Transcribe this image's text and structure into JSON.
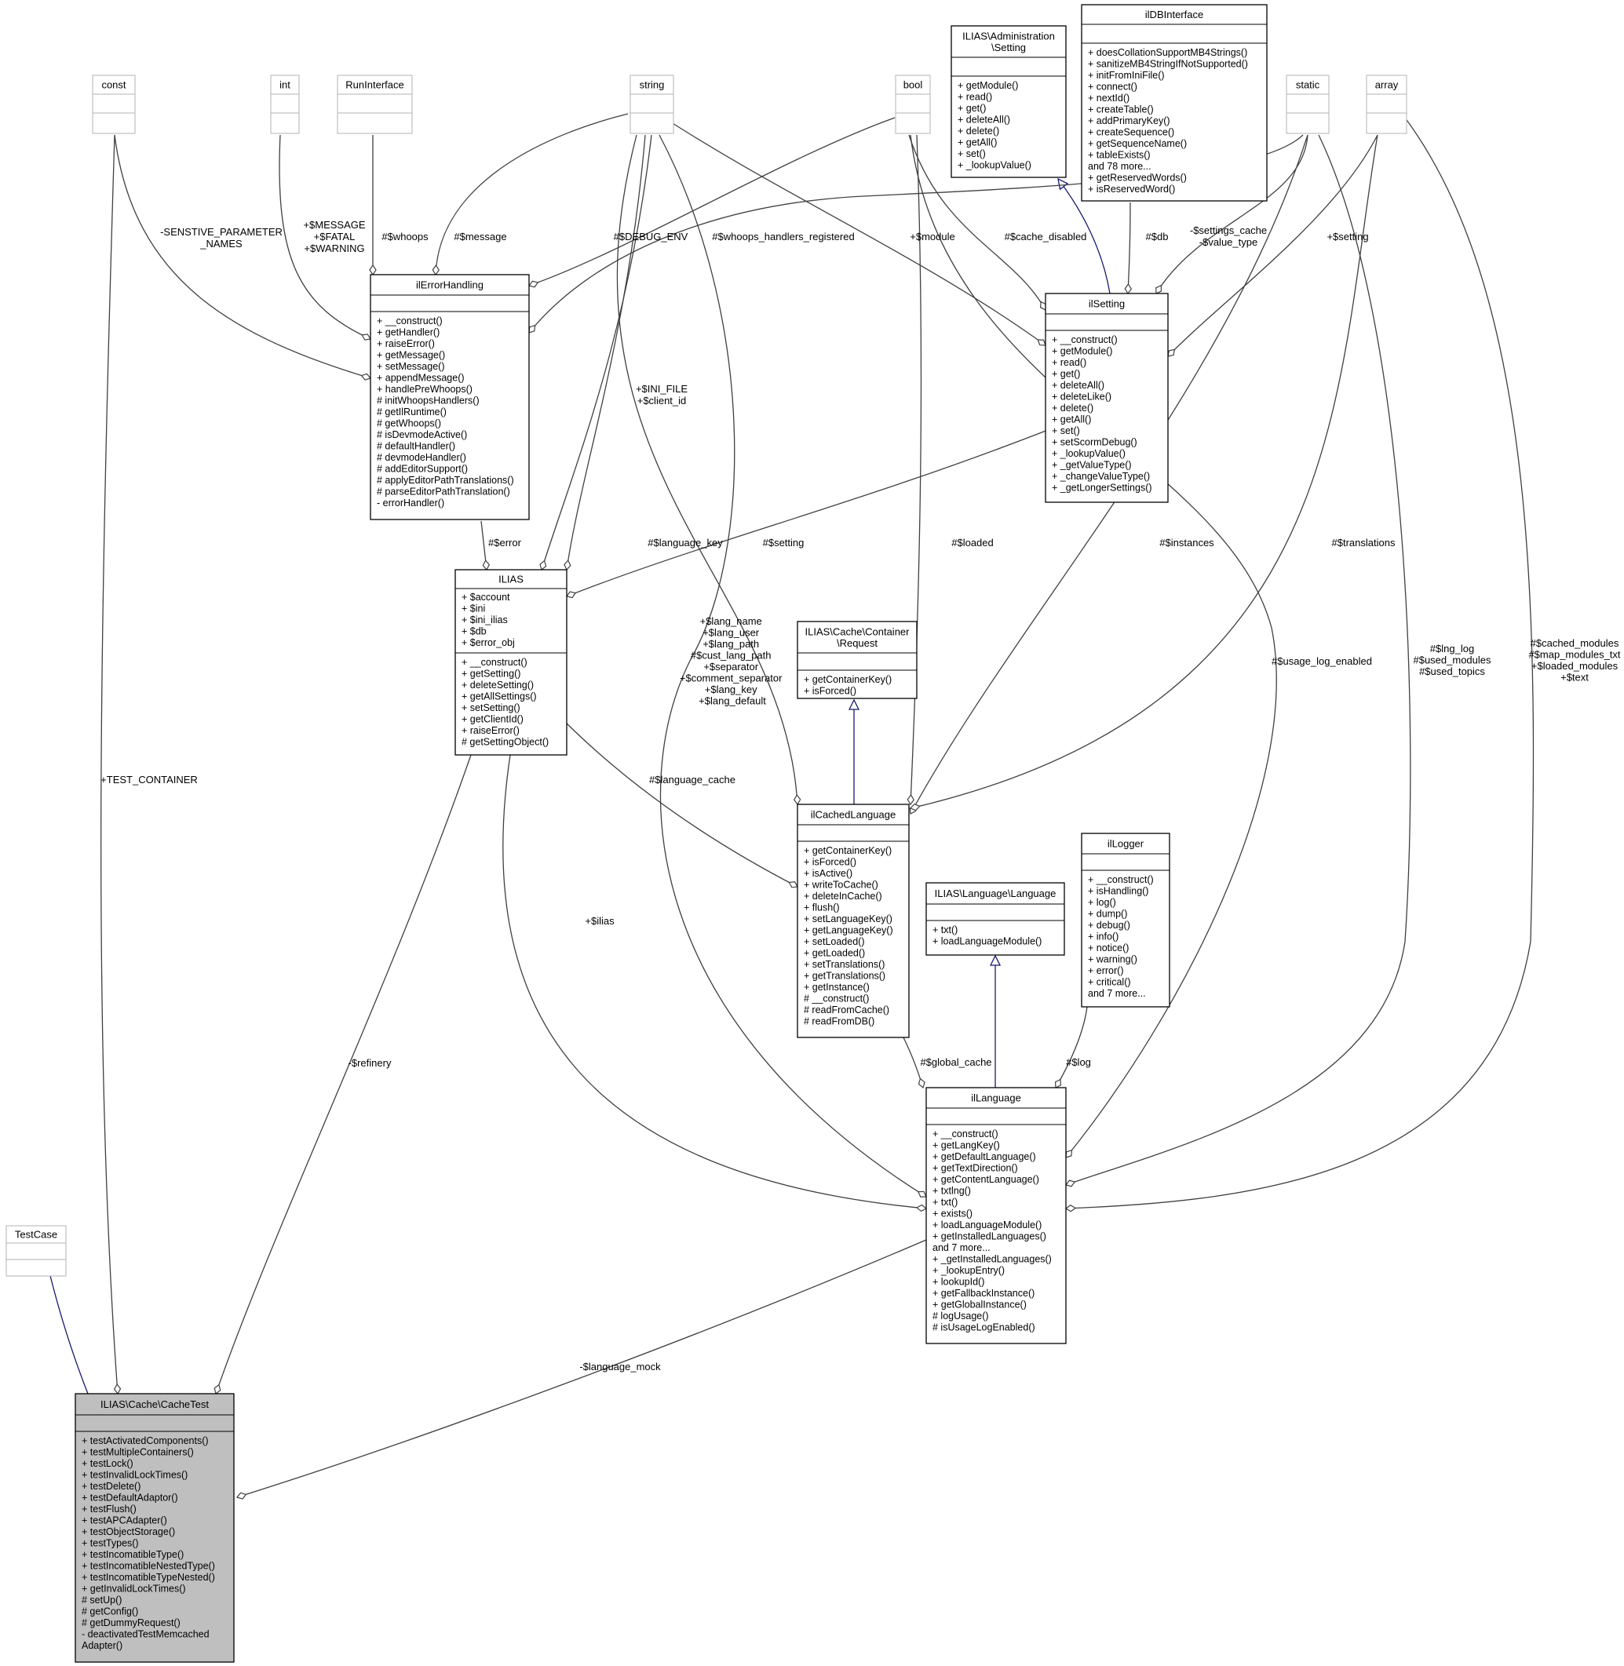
{
  "colors": {
    "box_stroke": "#000000",
    "external_stroke": "#b3b3b3",
    "highlight_fill": "#bfbfbf",
    "inherit_edge": "#191970",
    "assoc_edge": "#404040",
    "background": "#ffffff"
  },
  "classes": {
    "cachetest": {
      "title": [
        "ILIAS\\Cache\\CacheTest"
      ],
      "attrs": [],
      "methods": [
        "+ testActivatedComponents()",
        "+ testMultipleContainers()",
        "+ testLock()",
        "+ testInvalidLockTimes()",
        "+ testDelete()",
        "+ testDefaultAdaptor()",
        "+ testFlush()",
        "+ testAPCAdapter()",
        "+ testObjectStorage()",
        "+ testTypes()",
        "+ testIncomatibleType()",
        "+ testIncomatibleNestedType()",
        "+ testIncomatibleTypeNested()",
        "+ getInvalidLockTimes()",
        "# setUp()",
        "# getConfig()",
        "# getDummyRequest()",
        "- deactivatedTestMemcached",
        "Adapter()"
      ]
    },
    "testcase": {
      "title": [
        "TestCase"
      ],
      "attrs": [],
      "methods": []
    },
    "const": {
      "title": [
        "const"
      ],
      "attrs": [],
      "methods": []
    },
    "int": {
      "title": [
        "int"
      ],
      "attrs": [],
      "methods": []
    },
    "runinterface": {
      "title": [
        "RunInterface"
      ],
      "attrs": [],
      "methods": []
    },
    "string": {
      "title": [
        "string"
      ],
      "attrs": [],
      "methods": []
    },
    "bool": {
      "title": [
        "bool"
      ],
      "attrs": [],
      "methods": []
    },
    "static": {
      "title": [
        "static"
      ],
      "attrs": [],
      "methods": []
    },
    "array": {
      "title": [
        "array"
      ],
      "attrs": [],
      "methods": []
    },
    "admin_setting": {
      "title": [
        "ILIAS\\Administration",
        "\\Setting"
      ],
      "attrs": [],
      "methods": [
        "+ getModule()",
        "+ read()",
        "+ get()",
        "+ deleteAll()",
        "+ delete()",
        "+ getAll()",
        "+ set()",
        "+ _lookupValue()"
      ]
    },
    "dbinterface": {
      "title": [
        "ilDBInterface"
      ],
      "attrs": [],
      "methods": [
        "+ doesCollationSupportMB4Strings()",
        "+ sanitizeMB4StringIfNotSupported()",
        "+ initFromIniFile()",
        "+ connect()",
        "+ nextId()",
        "+ createTable()",
        "+ addPrimaryKey()",
        "+ createSequence()",
        "+ getSequenceName()",
        "+ tableExists()",
        "and 78 more...",
        "+ getReservedWords()",
        "+ isReservedWord()"
      ]
    },
    "errorhandling": {
      "title": [
        "ilErrorHandling"
      ],
      "attrs": [],
      "methods": [
        "+ __construct()",
        "+ getHandler()",
        "+ raiseError()",
        "+ getMessage()",
        "+ setMessage()",
        "+ appendMessage()",
        "+ handlePreWhoops()",
        "# initWhoopsHandlers()",
        "# getIlRuntime()",
        "# getWhoops()",
        "# isDevmodeActive()",
        "# defaultHandler()",
        "# devmodeHandler()",
        "# addEditorSupport()",
        "# applyEditorPathTranslations()",
        "# parseEditorPathTranslation()",
        "- errorHandler()"
      ]
    },
    "ilsetting": {
      "title": [
        "ilSetting"
      ],
      "attrs": [],
      "methods": [
        "+ __construct()",
        "+ getModule()",
        "+ read()",
        "+ get()",
        "+ deleteAll()",
        "+ deleteLike()",
        "+ delete()",
        "+ getAll()",
        "+ set()",
        "+ setScormDebug()",
        "+ _lookupValue()",
        "+ _getValueType()",
        "+ _changeValueType()",
        "+ _getLongerSettings()"
      ]
    },
    "ilias": {
      "title": [
        "ILIAS"
      ],
      "attrs": [
        "+ $account",
        "+ $ini",
        "+ $ini_ilias",
        "+ $db",
        "+ $error_obj"
      ],
      "methods": [
        "+ __construct()",
        "+ getSetting()",
        "+ deleteSetting()",
        "+ getAllSettings()",
        "+ setSetting()",
        "+ getClientId()",
        "+ raiseError()",
        "# getSettingObject()"
      ]
    },
    "cache_request": {
      "title": [
        "ILIAS\\Cache\\Container",
        "\\Request"
      ],
      "attrs": [],
      "methods": [
        "+ getContainerKey()",
        "+ isForced()"
      ]
    },
    "cachedlanguage": {
      "title": [
        "ilCachedLanguage"
      ],
      "attrs": [],
      "methods": [
        "+ getContainerKey()",
        "+ isForced()",
        "+ isActive()",
        "+ writeToCache()",
        "+ deleteInCache()",
        "+ flush()",
        "+ setLanguageKey()",
        "+ getLanguageKey()",
        "+ setLoaded()",
        "+ getLoaded()",
        "+ setTranslations()",
        "+ getTranslations()",
        "+ getInstance()",
        "# __construct()",
        "# readFromCache()",
        "# readFromDB()"
      ]
    },
    "lang_language": {
      "title": [
        "ILIAS\\Language\\Language"
      ],
      "attrs": [],
      "methods": [
        "+ txt()",
        "+ loadLanguageModule()"
      ]
    },
    "illogger": {
      "title": [
        "ilLogger"
      ],
      "attrs": [],
      "methods": [
        "+ __construct()",
        "+ isHandling()",
        "+ log()",
        "+ dump()",
        "+ debug()",
        "+ info()",
        "+ notice()",
        "+ warning()",
        "+ error()",
        "+ critical()",
        "and 7 more..."
      ]
    },
    "illanguage": {
      "title": [
        "ilLanguage"
      ],
      "attrs": [],
      "methods": [
        "+ __construct()",
        "+ getLangKey()",
        "+ getDefaultLanguage()",
        "+ getTextDirection()",
        "+ getContentLanguage()",
        "+ txtlng()",
        "+ txt()",
        "+ exists()",
        "+ loadLanguageModule()",
        "+ getInstalledLanguages()",
        "and 7 more...",
        "+ _getInstalledLanguages()",
        "+ _lookupEntry()",
        "+ lookupId()",
        "+ getFallbackInstance()",
        "+ getGlobalInstance()",
        "# logUsage()",
        "# isUsageLogEnabled()"
      ]
    }
  },
  "edges": {
    "test_container": [
      "+TEST_CONTAINER"
    ],
    "refinery": [
      "-$refinery"
    ],
    "language_mock": [
      "-$language_mock"
    ],
    "sensitive": [
      "-SENSTIVE_PARAMETER",
      "_NAMES"
    ],
    "int_consts": [
      "+$MESSAGE",
      "+$FATAL",
      "+$WARNING"
    ],
    "whoops": [
      "#$whoops"
    ],
    "message": [
      "#$message"
    ],
    "debug_env": [
      "#$DEBUG_ENV"
    ],
    "whoops_registered": [
      "#$whoops_handlers_registered"
    ],
    "module": [
      "+$module"
    ],
    "cache_disabled": [
      "#$cache_disabled"
    ],
    "db": [
      "#$db"
    ],
    "settings_cache": [
      "-$settings_cache",
      "-$value_type"
    ],
    "setting_array": [
      "+$setting"
    ],
    "ini_file": [
      "+$INI_FILE",
      "+$client_id"
    ],
    "error": [
      "#$error"
    ],
    "language_key": [
      "#$language_key"
    ],
    "setting": [
      "#$setting"
    ],
    "loaded": [
      "#$loaded"
    ],
    "instances": [
      "#$instances"
    ],
    "translations": [
      "#$translations"
    ],
    "lang_strings": [
      "+$lang_name",
      "+$lang_user",
      "+$lang_path",
      "#$cust_lang_path",
      "+$separator",
      "+$comment_separator",
      "+$lang_key",
      "+$lang_default"
    ],
    "usage_log": [
      "#$usage_log_enabled"
    ],
    "lng_log": [
      "#$lng_log",
      "#$used_modules",
      "#$used_topics"
    ],
    "cached_modules": [
      "#$cached_modules",
      "#$map_modules_txt",
      "+$loaded_modules",
      "+$text"
    ],
    "language_cache": [
      "#$language_cache"
    ],
    "ilias_prop": [
      "+$ilias"
    ],
    "global_cache": [
      "#$global_cache"
    ],
    "log": [
      "#$log"
    ]
  }
}
